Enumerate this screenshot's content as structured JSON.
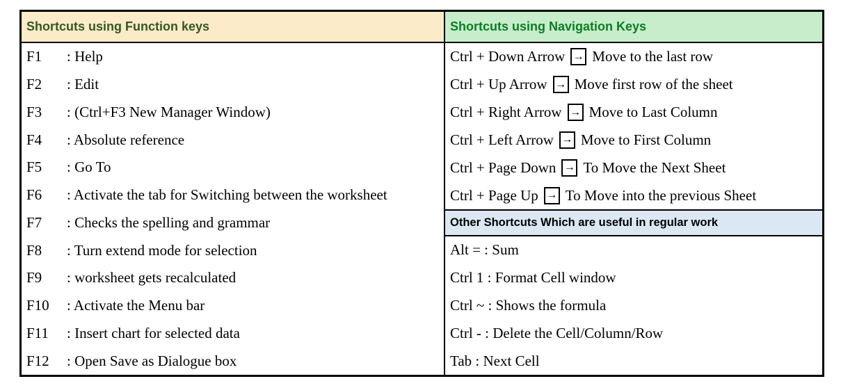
{
  "colors": {
    "function_header_bg": "#FCEBC8",
    "function_header_text": "#375623",
    "nav_header_bg": "#C7EDCB",
    "nav_header_text": "#0E7C24",
    "other_header_bg": "#DBE8F4",
    "other_header_text": "#000000",
    "body_text": "#000000",
    "border": "#000000"
  },
  "table": {
    "left": {
      "header": {
        "label": "Shortcuts using Function keys"
      },
      "rows": [
        {
          "key": "F1",
          "desc": ": Help"
        },
        {
          "key": "F2",
          "desc": ": Edit"
        },
        {
          "key": "F3",
          "desc": ": (Ctrl+F3 New Manager Window)"
        },
        {
          "key": "F4",
          "desc": ": Absolute reference"
        },
        {
          "key": "F5",
          "desc": ": Go To"
        },
        {
          "key": "F6",
          "desc": ": Activate the tab for Switching between the worksheet"
        },
        {
          "key": "F7",
          "desc": ": Checks the spelling and grammar"
        },
        {
          "key": "F8",
          "desc": ": Turn extend mode for selection"
        },
        {
          "key": "F9",
          "desc": ": worksheet gets recalculated"
        },
        {
          "key": "F10",
          "desc": ": Activate the Menu bar"
        },
        {
          "key": "F11",
          "desc": ": Insert chart for selected data"
        },
        {
          "key": "F12",
          "desc": ": Open Save as Dialogue box"
        }
      ]
    },
    "right": {
      "nav_header": {
        "label": "Shortcuts using Navigation Keys"
      },
      "arrow_glyph": "→",
      "nav_rows": [
        {
          "keys": "Ctrl + Down Arrow",
          "desc": "Move to the last row"
        },
        {
          "keys": "Ctrl + Up Arrow",
          "desc": "Move first row of the sheet"
        },
        {
          "keys": "Ctrl + Right Arrow",
          "desc": "Move to Last Column"
        },
        {
          "keys": "Ctrl + Left Arrow",
          "desc": "Move to First Column"
        },
        {
          "keys": "Ctrl + Page Down",
          "desc": "To Move the Next Sheet"
        },
        {
          "keys": "Ctrl + Page Up",
          "desc": "To Move into the previous Sheet"
        }
      ],
      "other_header": {
        "label": "Other Shortcuts Which are useful in regular work"
      },
      "other_rows": [
        {
          "text": "Alt = : Sum"
        },
        {
          "text": "Ctrl 1 : Format Cell window"
        },
        {
          "text": "Ctrl ~ : Shows the formula"
        },
        {
          "text": "Ctrl - : Delete the Cell/Column/Row"
        },
        {
          "text": "Tab : Next Cell"
        }
      ]
    }
  }
}
